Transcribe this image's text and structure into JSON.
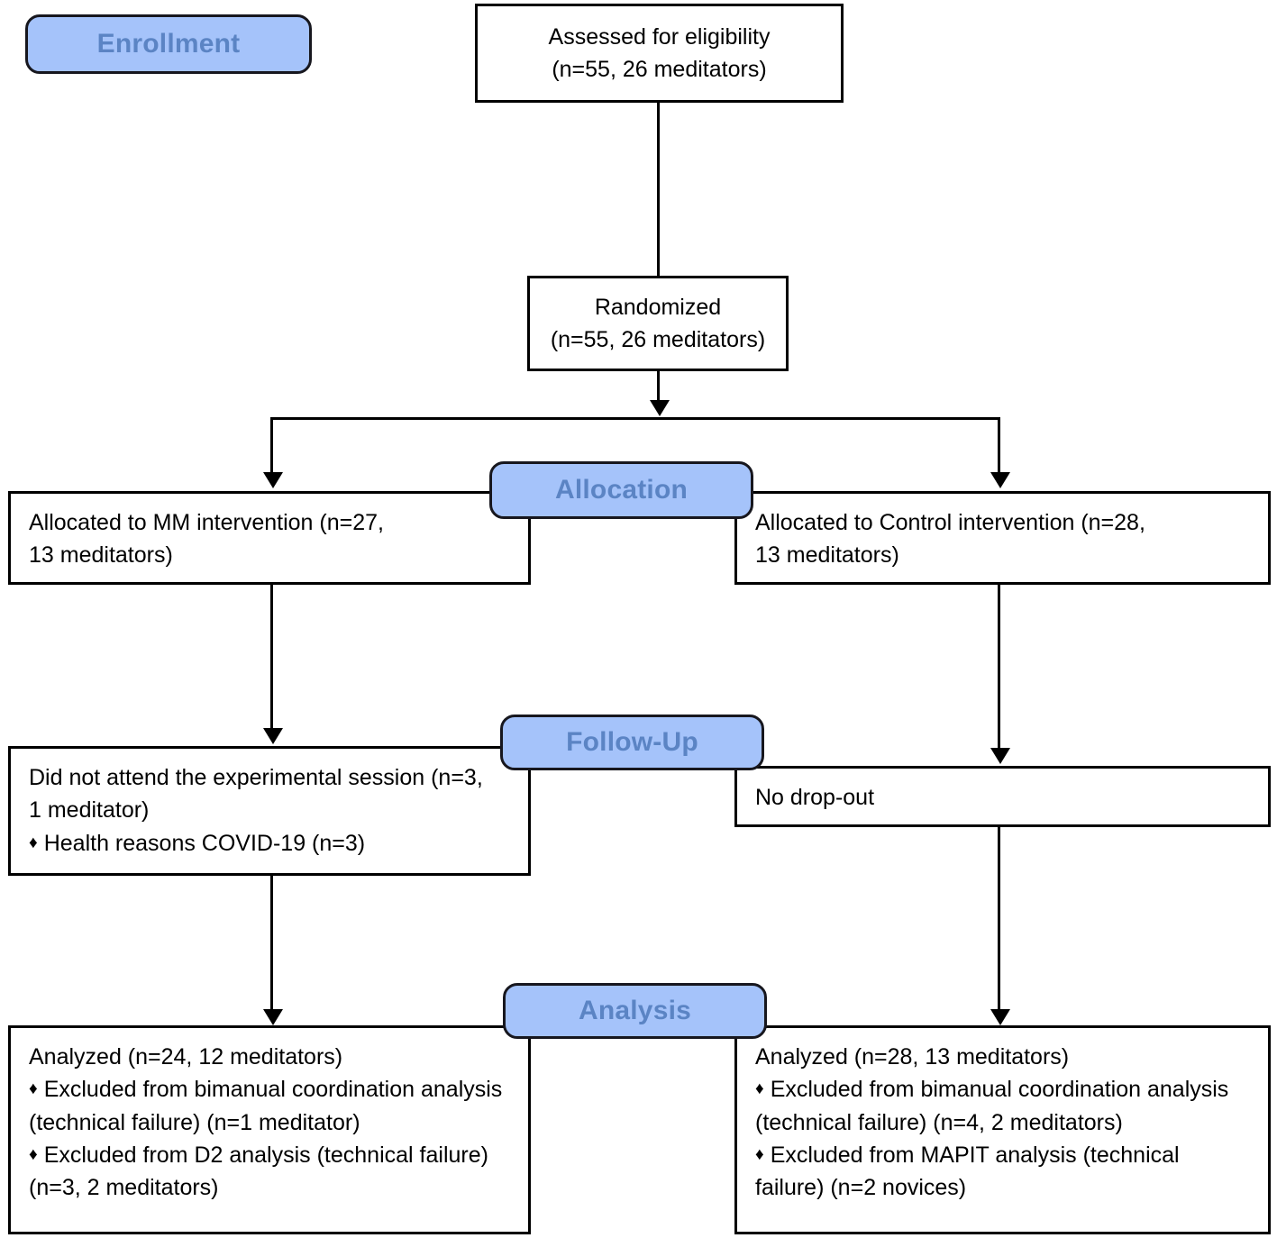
{
  "diagram": {
    "title": "CONSORT participant flow diagram",
    "colors": {
      "stage_fill": "#a5c3fa",
      "stage_text": "#5b84c4",
      "stage_border": "#17171e",
      "box_border": "#000000",
      "box_fill": "#ffffff",
      "connector": "#000000"
    },
    "bullet_glyph": "♦"
  },
  "stages": {
    "enrollment": "Enrollment",
    "allocation": "Allocation",
    "followup": "Follow-Up",
    "analysis": "Analysis"
  },
  "nodes": {
    "eligibility": {
      "line1": "Assessed for eligibility",
      "line2": "(n=55, 26 meditators)"
    },
    "randomized": {
      "line1": "Randomized",
      "line2": "(n=55, 26 meditators)"
    },
    "allocated_mm": {
      "line1": "Allocated to MM intervention (n=27,",
      "line2": "13 meditators)"
    },
    "allocated_control": {
      "line1": "Allocated to Control intervention (n=28,",
      "line2": "13 meditators)"
    },
    "followup_mm": {
      "line1": "Did not attend the experimental session (n=3,",
      "line2": "1 meditator)",
      "bullet1": "Health reasons COVID-19 (n=3)"
    },
    "followup_control": {
      "line1": "No drop-out"
    },
    "analysis_mm": {
      "line1": "Analyzed (n=24, 12 meditators)",
      "bullet1": "Excluded from bimanual coordination analysis (technical failure) (n=1 meditator)",
      "bullet2": "Excluded from D2 analysis (technical failure) (n=3, 2 meditators)"
    },
    "analysis_control": {
      "line1": "Analyzed (n=28, 13 meditators)",
      "bullet1": "Excluded from bimanual coordination analysis (technical failure) (n=4, 2 meditators)",
      "bullet2": "Excluded from MAPIT analysis (technical failure) (n=2 novices)"
    }
  }
}
